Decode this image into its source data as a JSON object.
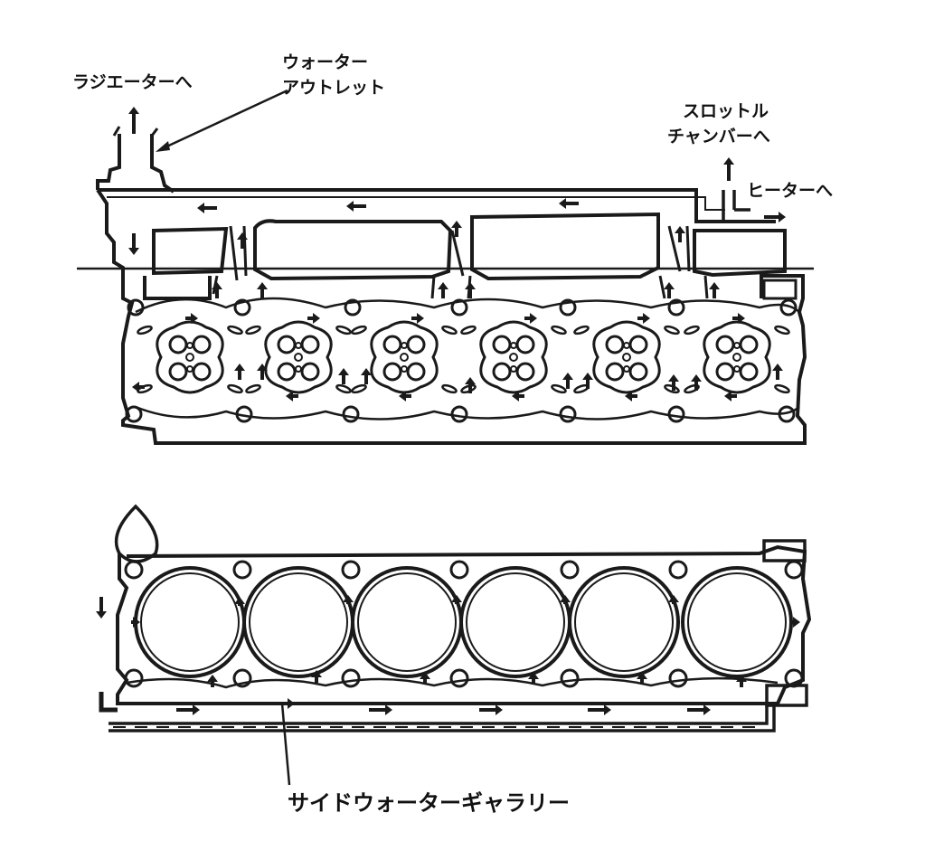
{
  "labels": {
    "to_radiator": "ラジエーターへ",
    "water_outlet_line1": "ウォーター",
    "water_outlet_line2": "アウトレット",
    "to_throttle_line1": "スロットル",
    "to_throttle_line2": "チャンバーへ",
    "to_heater": "ヒーターへ",
    "side_water_gallery": "サイドウォーターギャラリー"
  },
  "colors": {
    "ink": "#1a1a1a",
    "background": "#ffffff"
  },
  "icons": [
    "flow-arrow-icon"
  ]
}
